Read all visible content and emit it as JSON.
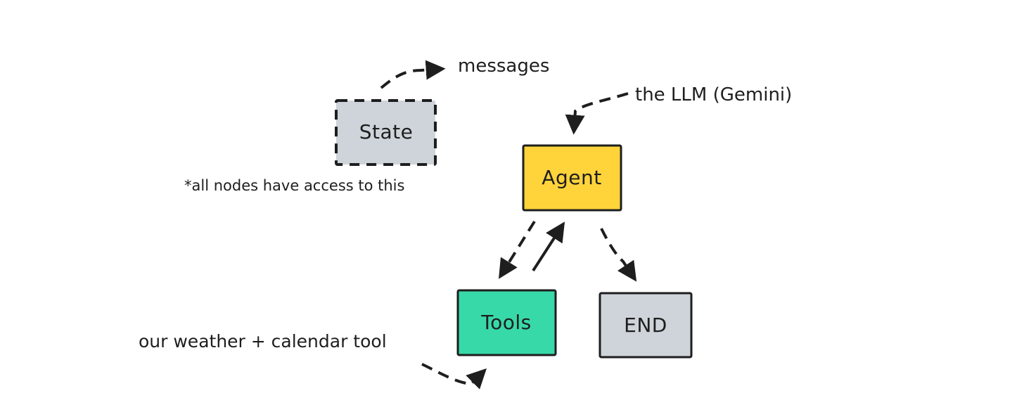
{
  "nodes": {
    "state": {
      "label": "State",
      "fill": "#ced4da"
    },
    "agent": {
      "label": "Agent",
      "fill": "#ffd43b"
    },
    "tools": {
      "label": "Tools",
      "fill": "#38d9a9"
    },
    "end": {
      "label": "END",
      "fill": "#ced4da"
    }
  },
  "annotations": {
    "messages": "messages",
    "llm": "the LLM (Gemini)",
    "state_note": "*all nodes have access to this",
    "tools_note": "our weather + calendar tool"
  },
  "colors": {
    "stroke": "#1e1e1e",
    "background": "#ffffff"
  }
}
